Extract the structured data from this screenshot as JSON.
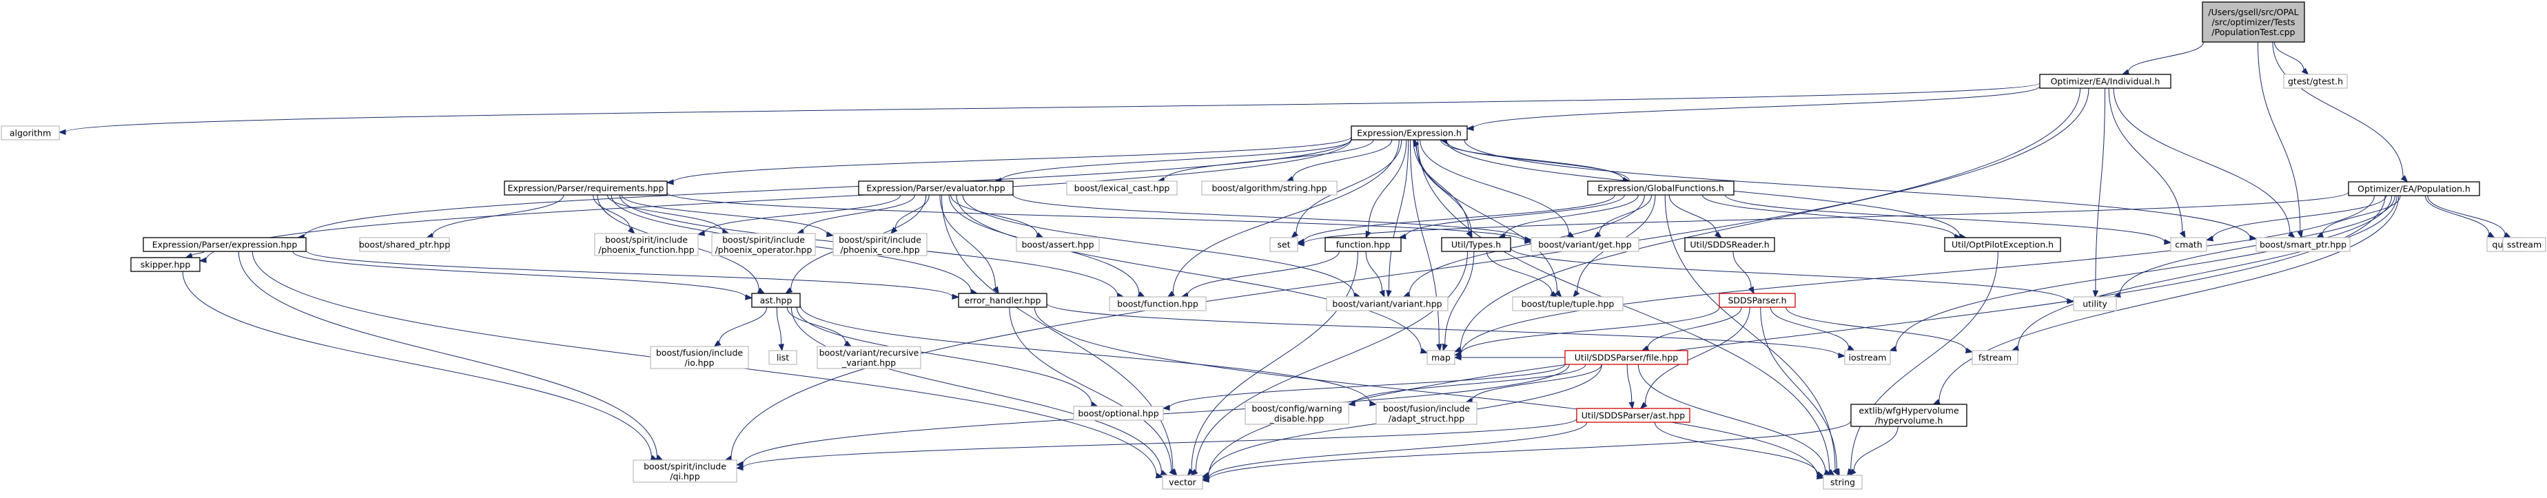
{
  "graph": {
    "nodes": [
      {
        "id": "root",
        "kind": "root",
        "lines": [
          "/Users/gsell/src/OPAL",
          "/src/optimizer/Tests",
          "/PopulationTest.cpp"
        ]
      },
      {
        "id": "individual",
        "kind": "std",
        "lines": [
          "Optimizer/EA/Individual.h"
        ]
      },
      {
        "id": "gtest",
        "kind": "ext",
        "lines": [
          "gtest/gtest.h"
        ]
      },
      {
        "id": "population",
        "kind": "std",
        "lines": [
          "Optimizer/EA/Population.h"
        ]
      },
      {
        "id": "algorithm",
        "kind": "ext",
        "lines": [
          "algorithm"
        ]
      },
      {
        "id": "expression",
        "kind": "std",
        "lines": [
          "Expression/Expression.h"
        ]
      },
      {
        "id": "requirements",
        "kind": "std",
        "lines": [
          "Expression/Parser/requirements.hpp"
        ]
      },
      {
        "id": "evaluator",
        "kind": "std",
        "lines": [
          "Expression/Parser/evaluator.hpp"
        ]
      },
      {
        "id": "lexical_cast",
        "kind": "ext",
        "lines": [
          "boost/lexical_cast.hpp"
        ]
      },
      {
        "id": "algo_string",
        "kind": "ext",
        "lines": [
          "boost/algorithm/string.hpp"
        ]
      },
      {
        "id": "globalfunctions",
        "kind": "std",
        "lines": [
          "Expression/GlobalFunctions.h"
        ]
      },
      {
        "id": "parser_expression",
        "kind": "std",
        "lines": [
          "Expression/Parser/expression.hpp"
        ]
      },
      {
        "id": "shared_ptr",
        "kind": "ext",
        "lines": [
          "boost/shared_ptr.hpp"
        ]
      },
      {
        "id": "phoenix_function",
        "kind": "ext",
        "lines": [
          "boost/spirit/include",
          "/phoenix_function.hpp"
        ]
      },
      {
        "id": "phoenix_operator",
        "kind": "ext",
        "lines": [
          "boost/spirit/include",
          "/phoenix_operator.hpp"
        ]
      },
      {
        "id": "phoenix_core",
        "kind": "ext",
        "lines": [
          "boost/spirit/include",
          "/phoenix_core.hpp"
        ]
      },
      {
        "id": "boost_assert",
        "kind": "ext",
        "lines": [
          "boost/assert.hpp"
        ]
      },
      {
        "id": "set",
        "kind": "ext",
        "lines": [
          "set"
        ]
      },
      {
        "id": "function_hpp",
        "kind": "std",
        "lines": [
          "function.hpp"
        ]
      },
      {
        "id": "variant_get",
        "kind": "ext",
        "lines": [
          "boost/variant/get.hpp"
        ]
      },
      {
        "id": "util_types",
        "kind": "std",
        "lines": [
          "Util/Types.h"
        ]
      },
      {
        "id": "sdds_reader",
        "kind": "std",
        "lines": [
          "Util/SDDSReader.h"
        ]
      },
      {
        "id": "optpilot_exception",
        "kind": "std",
        "lines": [
          "Util/OptPilotException.h"
        ]
      },
      {
        "id": "cmath",
        "kind": "ext",
        "lines": [
          "cmath"
        ]
      },
      {
        "id": "smart_ptr",
        "kind": "ext",
        "lines": [
          "boost/smart_ptr.hpp"
        ]
      },
      {
        "id": "queue",
        "kind": "ext",
        "lines": [
          "queue"
        ]
      },
      {
        "id": "sstream",
        "kind": "ext",
        "lines": [
          "sstream"
        ]
      },
      {
        "id": "skipper",
        "kind": "std",
        "lines": [
          "skipper.hpp"
        ]
      },
      {
        "id": "ast_hpp",
        "kind": "std",
        "lines": [
          "ast.hpp"
        ]
      },
      {
        "id": "error_handler",
        "kind": "std",
        "lines": [
          "error_handler.hpp"
        ]
      },
      {
        "id": "boost_function",
        "kind": "ext",
        "lines": [
          "boost/function.hpp"
        ]
      },
      {
        "id": "variant_variant",
        "kind": "ext",
        "lines": [
          "boost/variant/variant.hpp"
        ]
      },
      {
        "id": "tuple",
        "kind": "ext",
        "lines": [
          "boost/tuple/tuple.hpp"
        ]
      },
      {
        "id": "utility",
        "kind": "ext",
        "lines": [
          "utility"
        ]
      },
      {
        "id": "sddsparser",
        "kind": "miss",
        "lines": [
          "SDDSParser.h"
        ]
      },
      {
        "id": "fusion_io",
        "kind": "ext",
        "lines": [
          "boost/fusion/include",
          "/io.hpp"
        ]
      },
      {
        "id": "list",
        "kind": "ext",
        "lines": [
          "list"
        ]
      },
      {
        "id": "recursive_variant",
        "kind": "ext",
        "lines": [
          "boost/variant/recursive",
          "_variant.hpp"
        ]
      },
      {
        "id": "map",
        "kind": "ext",
        "lines": [
          "map"
        ]
      },
      {
        "id": "iostream",
        "kind": "ext",
        "lines": [
          "iostream"
        ]
      },
      {
        "id": "fstream",
        "kind": "ext",
        "lines": [
          "fstream"
        ]
      },
      {
        "id": "sdds_file",
        "kind": "miss",
        "lines": [
          "Util/SDDSParser/file.hpp"
        ]
      },
      {
        "id": "optional",
        "kind": "ext",
        "lines": [
          "boost/optional.hpp"
        ]
      },
      {
        "id": "warning_disable",
        "kind": "ext",
        "lines": [
          "boost/config/warning",
          "_disable.hpp"
        ]
      },
      {
        "id": "adapt_struct",
        "kind": "ext",
        "lines": [
          "boost/fusion/include",
          "/adapt_struct.hpp"
        ]
      },
      {
        "id": "sdds_ast",
        "kind": "miss",
        "lines": [
          "Util/SDDSParser/ast.hpp"
        ]
      },
      {
        "id": "hypervolume",
        "kind": "std",
        "lines": [
          "extlib/wfgHypervolume",
          "/hypervolume.h"
        ]
      },
      {
        "id": "qi",
        "kind": "ext",
        "lines": [
          "boost/spirit/include",
          "/qi.hpp"
        ]
      },
      {
        "id": "vector",
        "kind": "ext",
        "lines": [
          "vector"
        ]
      },
      {
        "id": "string",
        "kind": "ext",
        "lines": [
          "string"
        ]
      }
    ],
    "edges": [
      [
        "root",
        "individual"
      ],
      [
        "root",
        "gtest"
      ],
      [
        "root",
        "population"
      ],
      [
        "root",
        "smart_ptr"
      ],
      [
        "individual",
        "algorithm"
      ],
      [
        "individual",
        "expression"
      ],
      [
        "individual",
        "cmath"
      ],
      [
        "individual",
        "smart_ptr"
      ],
      [
        "individual",
        "utility"
      ],
      [
        "individual",
        "map"
      ],
      [
        "individual",
        "qi"
      ],
      [
        "population",
        "set"
      ],
      [
        "population",
        "cmath"
      ],
      [
        "population",
        "smart_ptr"
      ],
      [
        "population",
        "queue"
      ],
      [
        "population",
        "sstream"
      ],
      [
        "population",
        "utility"
      ],
      [
        "population",
        "map"
      ],
      [
        "population",
        "iostream"
      ],
      [
        "population",
        "fstream"
      ],
      [
        "population",
        "vector"
      ],
      [
        "population",
        "hypervolume"
      ],
      [
        "expression",
        "requirements"
      ],
      [
        "expression",
        "evaluator"
      ],
      [
        "expression",
        "lexical_cast"
      ],
      [
        "expression",
        "algo_string"
      ],
      [
        "expression",
        "globalfunctions"
      ],
      [
        "expression",
        "parser_expression"
      ],
      [
        "expression",
        "set"
      ],
      [
        "expression",
        "function_hpp"
      ],
      [
        "expression",
        "variant_get"
      ],
      [
        "expression",
        "util_types"
      ],
      [
        "expression",
        "optpilot_exception"
      ],
      [
        "expression",
        "smart_ptr"
      ],
      [
        "expression",
        "skipper"
      ],
      [
        "expression",
        "boost_function"
      ],
      [
        "expression",
        "variant_variant"
      ],
      [
        "expression",
        "tuple"
      ],
      [
        "expression",
        "map"
      ],
      [
        "expression",
        "string"
      ],
      [
        "requirements",
        "shared_ptr"
      ],
      [
        "requirements",
        "phoenix_function"
      ],
      [
        "requirements",
        "phoenix_operator"
      ],
      [
        "requirements",
        "phoenix_core"
      ],
      [
        "requirements",
        "variant_get"
      ],
      [
        "requirements",
        "ast_hpp"
      ],
      [
        "requirements",
        "error_handler"
      ],
      [
        "requirements",
        "boost_function"
      ],
      [
        "evaluator",
        "phoenix_function"
      ],
      [
        "evaluator",
        "phoenix_operator"
      ],
      [
        "evaluator",
        "phoenix_core"
      ],
      [
        "evaluator",
        "boost_assert"
      ],
      [
        "evaluator",
        "variant_get"
      ],
      [
        "evaluator",
        "ast_hpp"
      ],
      [
        "evaluator",
        "error_handler"
      ],
      [
        "evaluator",
        "boost_function"
      ],
      [
        "evaluator",
        "variant_variant"
      ],
      [
        "evaluator",
        "map"
      ],
      [
        "evaluator",
        "vector"
      ],
      [
        "globalfunctions",
        "set"
      ],
      [
        "globalfunctions",
        "function_hpp"
      ],
      [
        "globalfunctions",
        "variant_get"
      ],
      [
        "globalfunctions",
        "util_types"
      ],
      [
        "globalfunctions",
        "sdds_reader"
      ],
      [
        "globalfunctions",
        "optpilot_exception"
      ],
      [
        "globalfunctions",
        "cmath"
      ],
      [
        "globalfunctions",
        "variant_variant"
      ],
      [
        "globalfunctions",
        "tuple"
      ],
      [
        "globalfunctions",
        "string"
      ],
      [
        "globalfunctions",
        "expression"
      ],
      [
        "parser_expression",
        "skipper"
      ],
      [
        "parser_expression",
        "ast_hpp"
      ],
      [
        "parser_expression",
        "error_handler"
      ],
      [
        "parser_expression",
        "qi"
      ],
      [
        "parser_expression",
        "vector"
      ],
      [
        "function_hpp",
        "boost_function"
      ],
      [
        "function_hpp",
        "variant_variant"
      ],
      [
        "function_hpp",
        "vector"
      ],
      [
        "util_types",
        "tuple"
      ],
      [
        "util_types",
        "map"
      ],
      [
        "util_types",
        "vector"
      ],
      [
        "util_types",
        "utility"
      ],
      [
        "util_types",
        "expression"
      ],
      [
        "sdds_reader",
        "sddsparser"
      ],
      [
        "optpilot_exception",
        "string"
      ],
      [
        "skipper",
        "qi"
      ],
      [
        "ast_hpp",
        "fusion_io"
      ],
      [
        "ast_hpp",
        "list"
      ],
      [
        "ast_hpp",
        "recursive_variant"
      ],
      [
        "ast_hpp",
        "optional"
      ],
      [
        "ast_hpp",
        "adapt_struct"
      ],
      [
        "ast_hpp",
        "vector"
      ],
      [
        "error_handler",
        "iostream"
      ],
      [
        "error_handler",
        "string"
      ],
      [
        "error_handler",
        "vector"
      ],
      [
        "sddsparser",
        "map"
      ],
      [
        "sddsparser",
        "iostream"
      ],
      [
        "sddsparser",
        "fstream"
      ],
      [
        "sddsparser",
        "string"
      ],
      [
        "sddsparser",
        "sdds_file"
      ],
      [
        "sddsparser",
        "sdds_ast"
      ],
      [
        "sdds_file",
        "map"
      ],
      [
        "sdds_file",
        "optional"
      ],
      [
        "sdds_file",
        "warning_disable"
      ],
      [
        "sdds_file",
        "adapt_struct"
      ],
      [
        "sdds_file",
        "sdds_ast"
      ],
      [
        "sdds_file",
        "vector"
      ],
      [
        "sdds_file",
        "qi"
      ],
      [
        "sdds_file",
        "string"
      ],
      [
        "sdds_ast",
        "qi"
      ],
      [
        "sdds_ast",
        "vector"
      ],
      [
        "sdds_ast",
        "string"
      ],
      [
        "hypervolume",
        "vector"
      ],
      [
        "hypervolume",
        "string"
      ]
    ]
  }
}
